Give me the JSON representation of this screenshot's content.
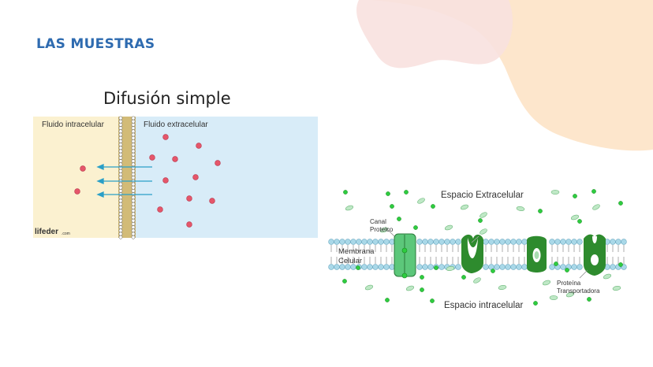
{
  "section_heading": "LAS MUESTRAS",
  "diffusion": {
    "title": "Difusión simple",
    "left_label": "Fluido intracelular",
    "right_label": "Fluido extracelular",
    "logo_text": "lifeder",
    "logo_suffix": ".com",
    "colors": {
      "intracellular": "#fbf1d0",
      "extracellular": "#d8ecf8",
      "molecule": "#e5566a",
      "arrow": "#2a9fc7"
    }
  },
  "membrane_diagram": {
    "extracellular_label": "Espacio Extracelular",
    "intracellular_label": "Espacio intracelular",
    "membrane_label_line1": "Membrana",
    "membrane_label_line2": "Celular",
    "channel_label_line1": "Canal",
    "channel_label_line2": "Proteico",
    "carrier_label_line1": "Proteína",
    "carrier_label_line2": "Transportadora",
    "colors": {
      "lipid_head": "#a9d8e8",
      "protein": "#2e8b2e",
      "channel": "#5cc77a",
      "molecule": "#2ecc40"
    }
  }
}
